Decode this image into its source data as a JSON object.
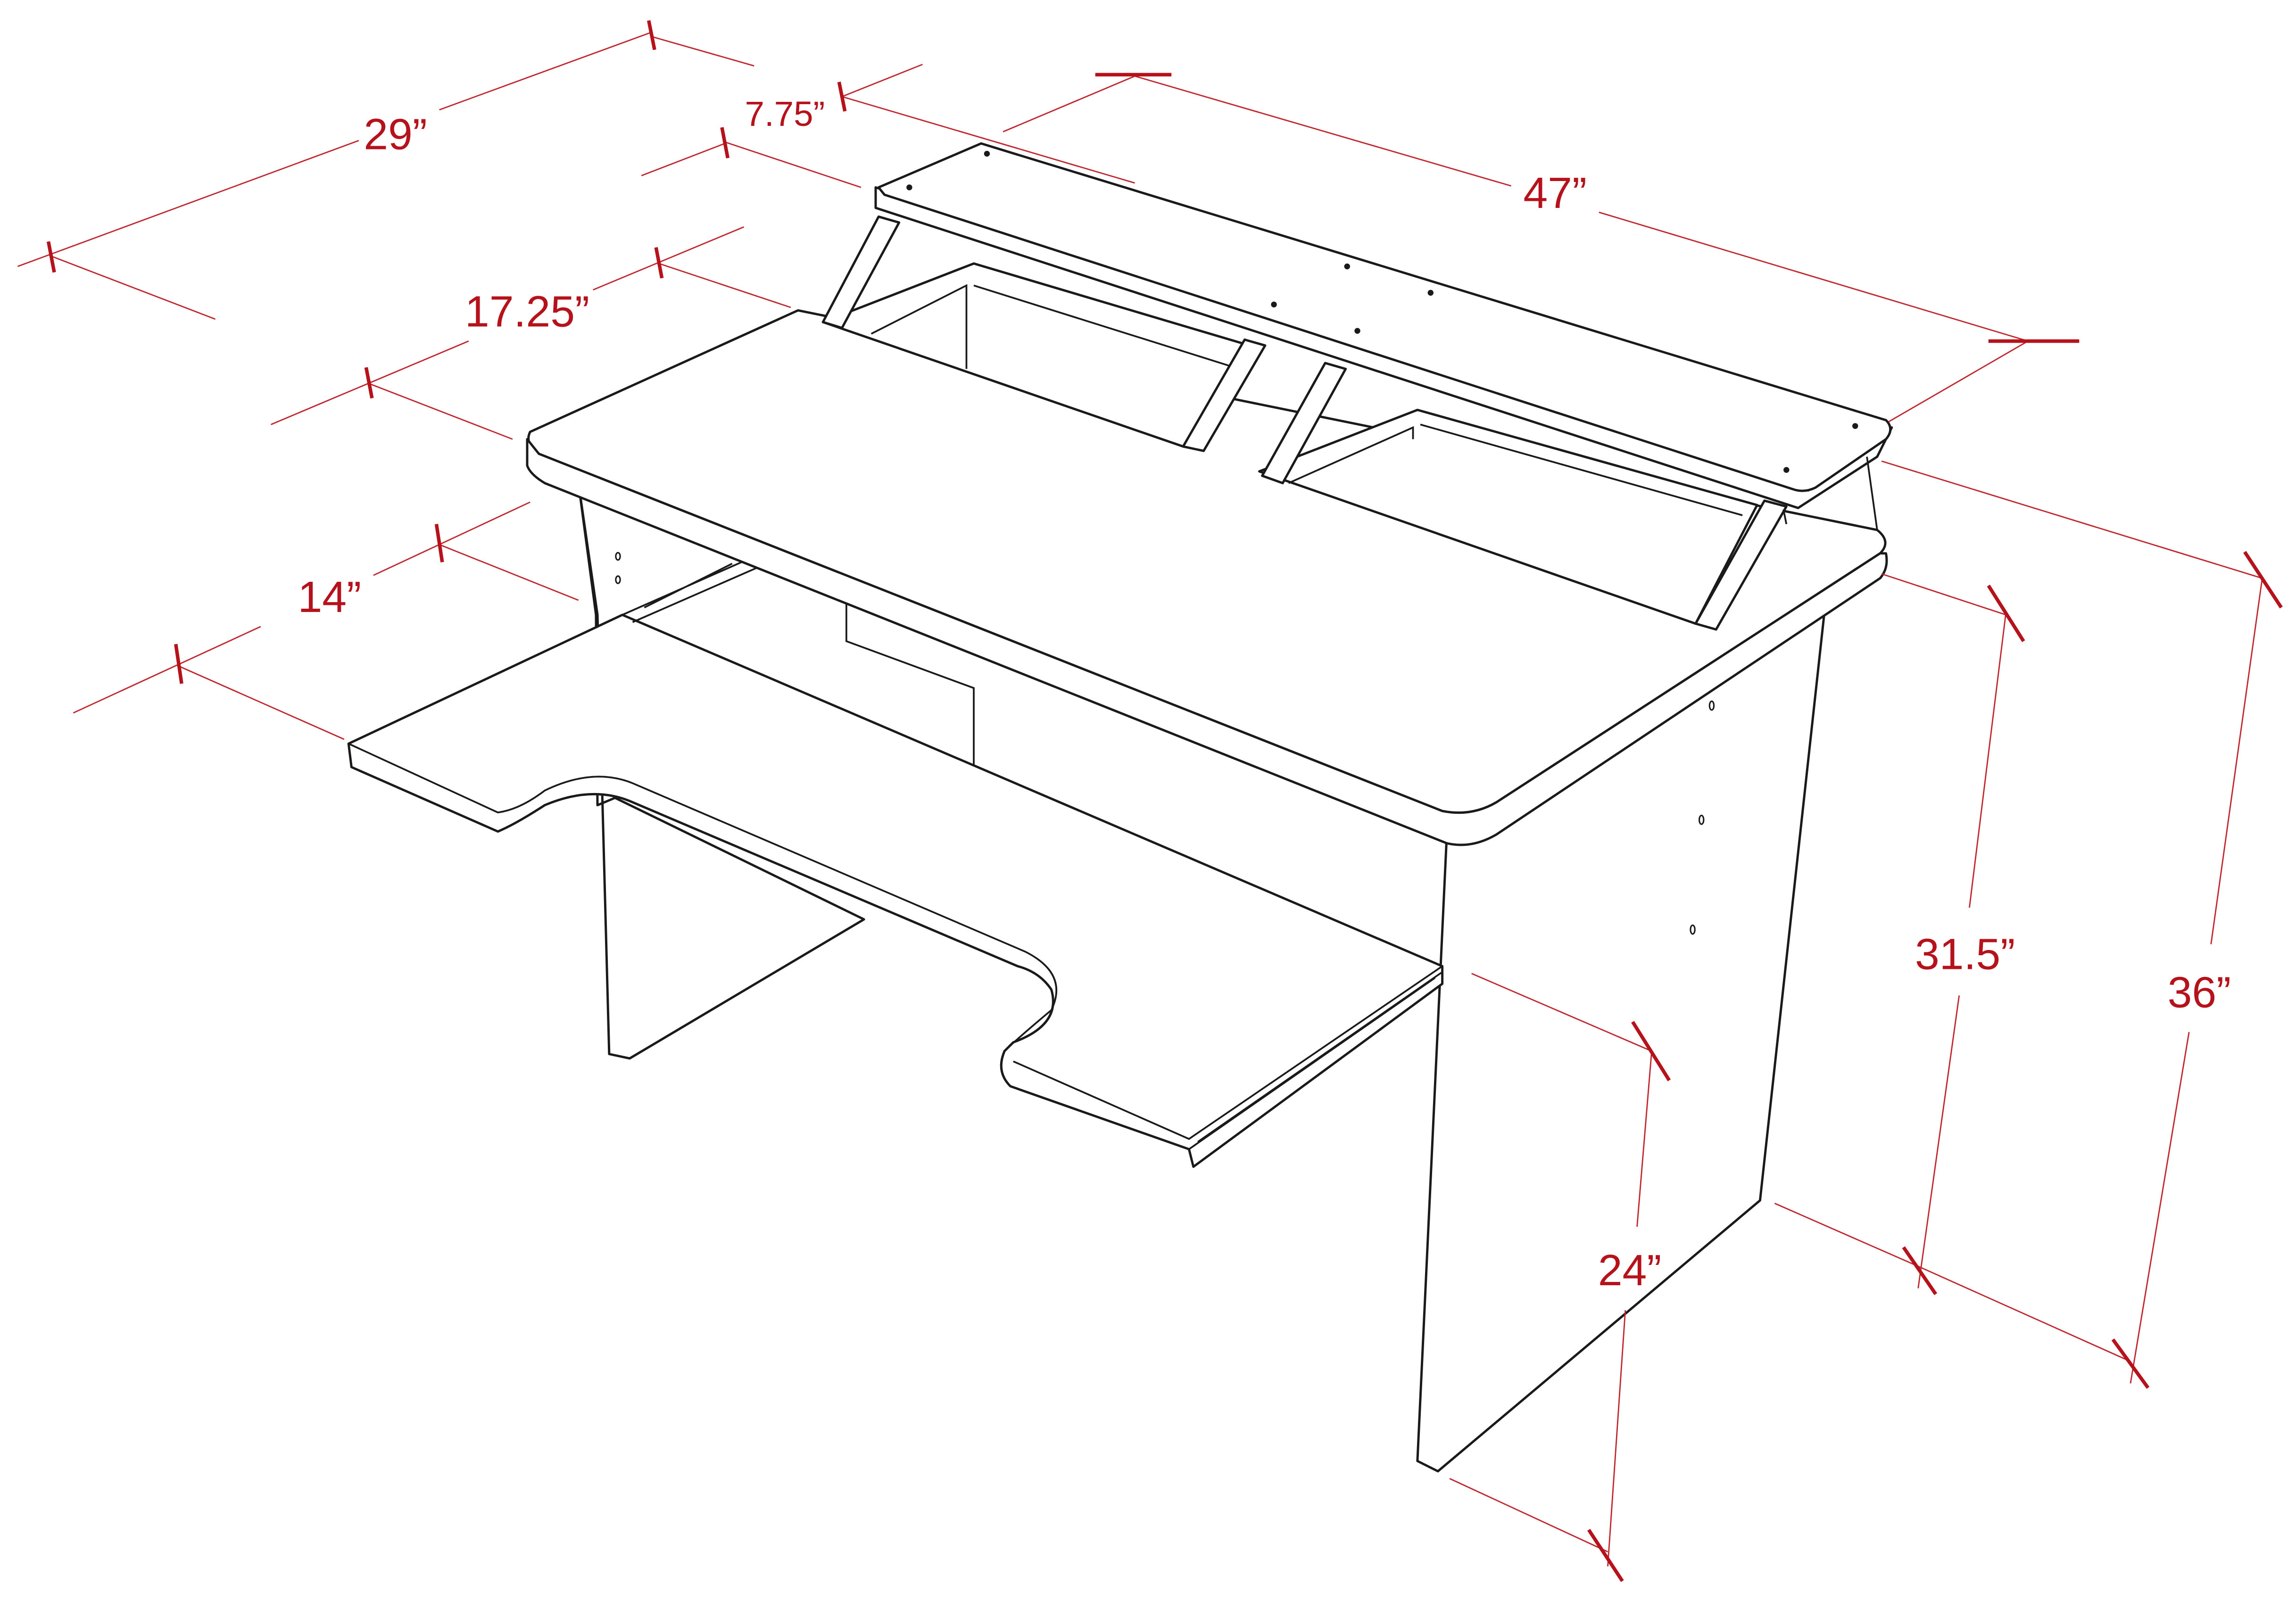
{
  "title": "Desk with riser and pull-out keyboard tray — dimension drawing",
  "colors": {
    "dimension": "#b5121b",
    "outline": "#1a1a1a",
    "background": "#ffffff"
  },
  "dimensions": {
    "overall_depth": "29”",
    "riser_depth": "7.75”",
    "width": "47”",
    "desktop_depth": "17.25”",
    "tray_depth": "14”",
    "desktop_height": "31.5”",
    "overall_height": "36”",
    "tray_height": "24”"
  }
}
